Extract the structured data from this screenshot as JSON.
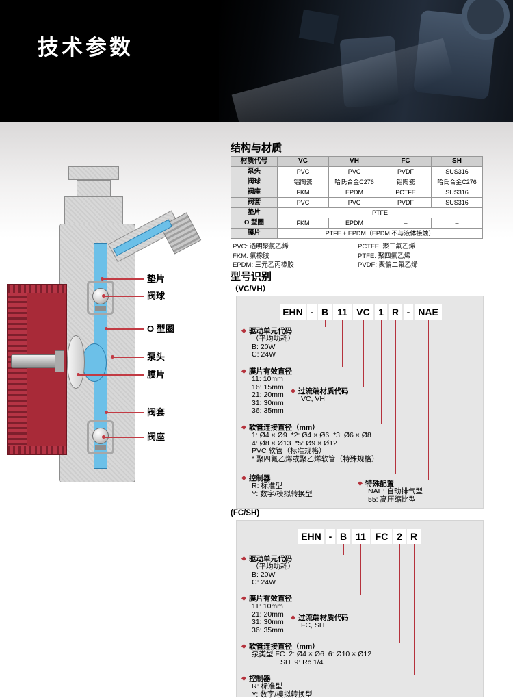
{
  "banner": {
    "title": "技术参数"
  },
  "diagram": {
    "labels": [
      {
        "text": "垫片"
      },
      {
        "text": "阀球"
      },
      {
        "text": "O 型圈"
      },
      {
        "text": "泵头"
      },
      {
        "text": "膜片"
      },
      {
        "text": "阀套"
      },
      {
        "text": "阀座"
      }
    ]
  },
  "materials": {
    "heading": "结构与材质",
    "table": {
      "col_headers": [
        "材质代号",
        "VC",
        "VH",
        "FC",
        "SH"
      ],
      "rows": [
        {
          "label": "泵头",
          "cells": [
            "PVC",
            "PVC",
            "PVDF",
            "SUS316"
          ]
        },
        {
          "label": "阀球",
          "cells": [
            "铝陶瓷",
            "哈氏合金C276",
            "铝陶瓷",
            "哈氏合金C276"
          ]
        },
        {
          "label": "阀座",
          "cells": [
            "FKM",
            "EPDM",
            "PCTFE",
            "SUS316"
          ]
        },
        {
          "label": "阀套",
          "cells": [
            "PVC",
            "PVC",
            "PVDF",
            "SUS316"
          ]
        },
        {
          "label": "垫片",
          "merged": "PTFE"
        },
        {
          "label": "O 型圈",
          "cells": [
            "FKM",
            "EPDM",
            "–",
            "–"
          ]
        },
        {
          "label": "膜片",
          "merged": "PTFE + EPDM（EPDM 不与液体接触）"
        }
      ]
    },
    "notes_left": [
      "PVC: 透明聚氯乙烯",
      "FKM: 氟橡胶",
      "EPDM: 三元乙丙橡胶"
    ],
    "notes_right": [
      "PCTFE: 聚三氟乙烯",
      "PTFE: 聚四氟乙烯",
      "PVDF: 聚偏二氟乙烯"
    ]
  },
  "model_id": {
    "heading": "型号识别",
    "sections": [
      {
        "variant_label": "（VC/VH）",
        "code_tokens": [
          "EHN",
          "-",
          "B",
          "11",
          "VC",
          "1",
          "R",
          "-",
          "NAE"
        ],
        "items": [
          {
            "title": "驱动单元代码",
            "lines": [
              "（平均功耗）",
              "B: 20W",
              "C: 24W"
            ]
          },
          {
            "title": "膜片有效直径",
            "lines": [
              "11: 10mm",
              "16: 15mm",
              "21: 20mm",
              "31: 30mm",
              "36: 35mm"
            ]
          },
          {
            "title": "过流端材质代码",
            "lines": [
              "VC, VH"
            ]
          },
          {
            "title": "软管连接直径（mm）",
            "lines": [
              "1: Ø4 × Ø9  *2: Ø4 × Ø6  *3: Ø6 × Ø8",
              "4: Ø8 × Ø13  *5: Ø9 × Ø12",
              "PVC 软管（标准规格）",
              "* 聚四氟乙烯或聚乙烯软管（特殊规格）"
            ]
          },
          {
            "title": "控制器",
            "lines": [
              "R: 标准型",
              "Y: 数字/模拟转换型"
            ]
          },
          {
            "title": "特殊配置",
            "lines": [
              "NAE: 自动排气型",
              "55: 高压缩比型"
            ]
          }
        ]
      },
      {
        "variant_label": "(FC/SH)",
        "code_tokens": [
          "EHN",
          "-",
          "B",
          "11",
          "FC",
          "2",
          "R"
        ],
        "items": [
          {
            "title": "驱动单元代码",
            "lines": [
              "（平均功耗）",
              "B: 20W",
              "C: 24W"
            ]
          },
          {
            "title": "膜片有效直径",
            "lines": [
              "11: 10mm",
              "21: 20mm",
              "31: 30mm",
              "36: 35mm"
            ]
          },
          {
            "title": "过流端材质代码",
            "lines": [
              "FC, SH"
            ]
          },
          {
            "title": "软管连接直径（mm）",
            "lines": [
              "泵类型 FC  2: Ø4 × Ø6  6: Ø10 × Ø12",
              "SH  9: Rc 1/4"
            ]
          },
          {
            "title": "控制器",
            "lines": [
              "R: 标准型",
              "Y: 数字/模拟转换型"
            ]
          }
        ]
      }
    ]
  },
  "colors": {
    "accent_red": "#b5323c",
    "leader_red": "#c23b44",
    "banner_bg": "#000000",
    "model_box_bg": "#e6e6e6",
    "flow_blue": "#6cc0e8",
    "motor_red": "#a82a38"
  }
}
